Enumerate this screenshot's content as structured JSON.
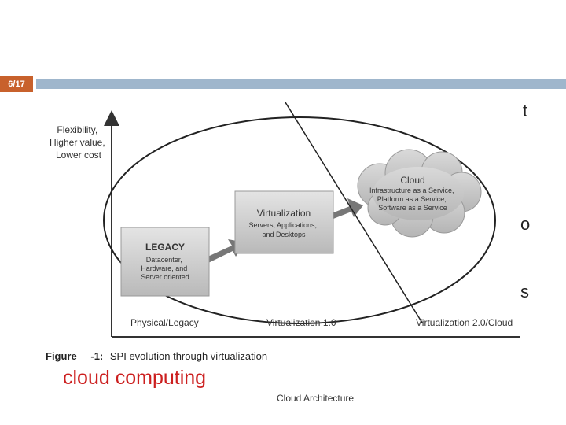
{
  "slide": {
    "page_number": "6/17",
    "edge_chars": [
      "t",
      "o",
      "s"
    ],
    "bottom_text": "cloud computing",
    "footer": "Cloud Architecture"
  },
  "figure": {
    "y_axis_label": [
      "Flexibility,",
      "Higher value,",
      "Lower cost"
    ],
    "legacy_box": {
      "title": "LEGACY",
      "lines": [
        "Datacenter,",
        "Hardware, and",
        "Server oriented"
      ]
    },
    "virtualization_box": {
      "title": "Virtualization",
      "lines": [
        "Servers, Applications,",
        "and Desktops"
      ]
    },
    "cloud": {
      "title": "Cloud",
      "lines": [
        "Infrastructure as a Service,",
        "Platform as a Service,",
        "Software as a Service"
      ]
    },
    "x_labels": [
      "Physical/Legacy",
      "Virtualization 1.0",
      "Virtualization 2.0/Cloud"
    ],
    "caption_prefix": "Figure",
    "caption_number": "-1:",
    "caption_text": "SPI evolution through virtualization"
  }
}
